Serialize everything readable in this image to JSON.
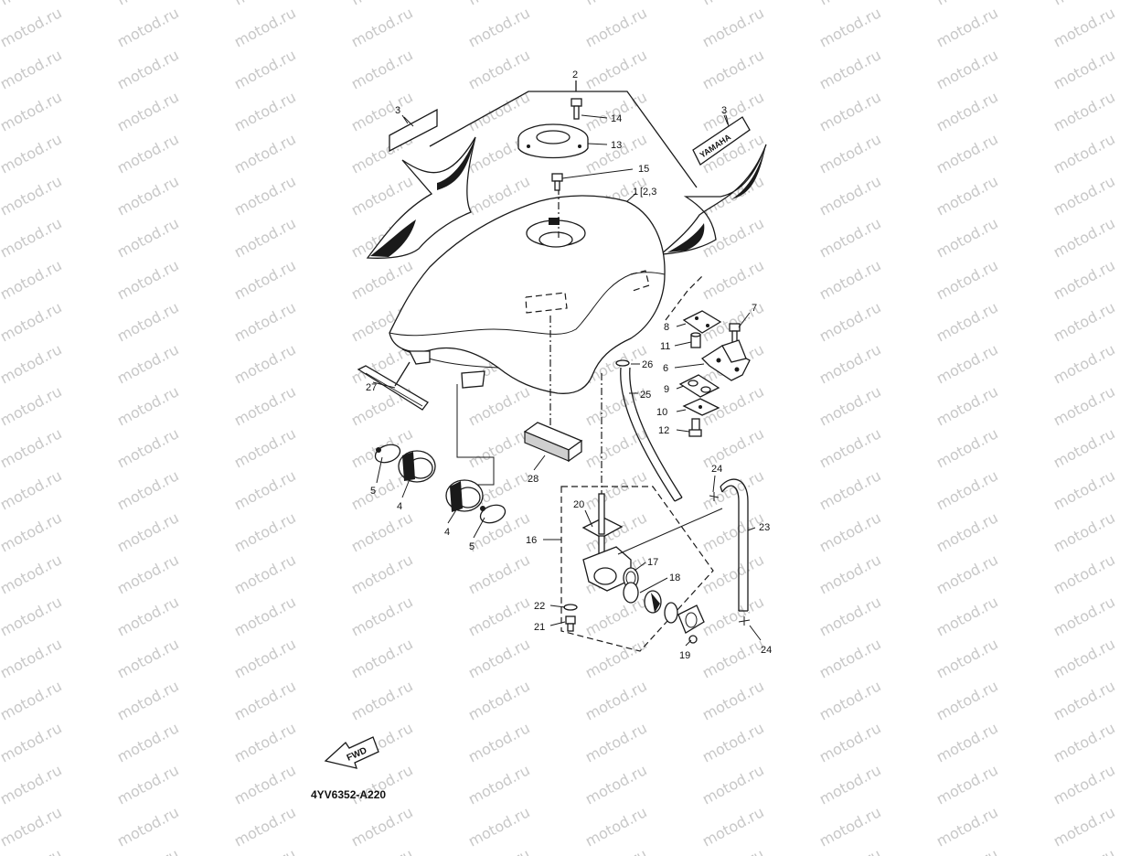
{
  "watermark": "motod.ru",
  "drawing_code": "4YV6352-A220",
  "fwd_label": "FWD",
  "decal_text": "YAMAHA",
  "callouts": {
    "c1": "1",
    "c1_ref": "[2,3",
    "c2": "2",
    "c3_left": "3",
    "c3_right": "3",
    "c4_upper": "4",
    "c4_lower": "4",
    "c5_upper": "5",
    "c5_lower": "5",
    "c6": "6",
    "c7": "7",
    "c8": "8",
    "c9": "9",
    "c10": "10",
    "c11": "11",
    "c12": "12",
    "c13": "13",
    "c14": "14",
    "c15": "15",
    "c16": "16",
    "c17": "17",
    "c18": "18",
    "c19": "19",
    "c20": "20",
    "c21": "21",
    "c22": "22",
    "c23": "23",
    "c24_upper": "24",
    "c24_lower": "24",
    "c25": "25",
    "c26": "26",
    "c27": "27",
    "c28": "28"
  }
}
